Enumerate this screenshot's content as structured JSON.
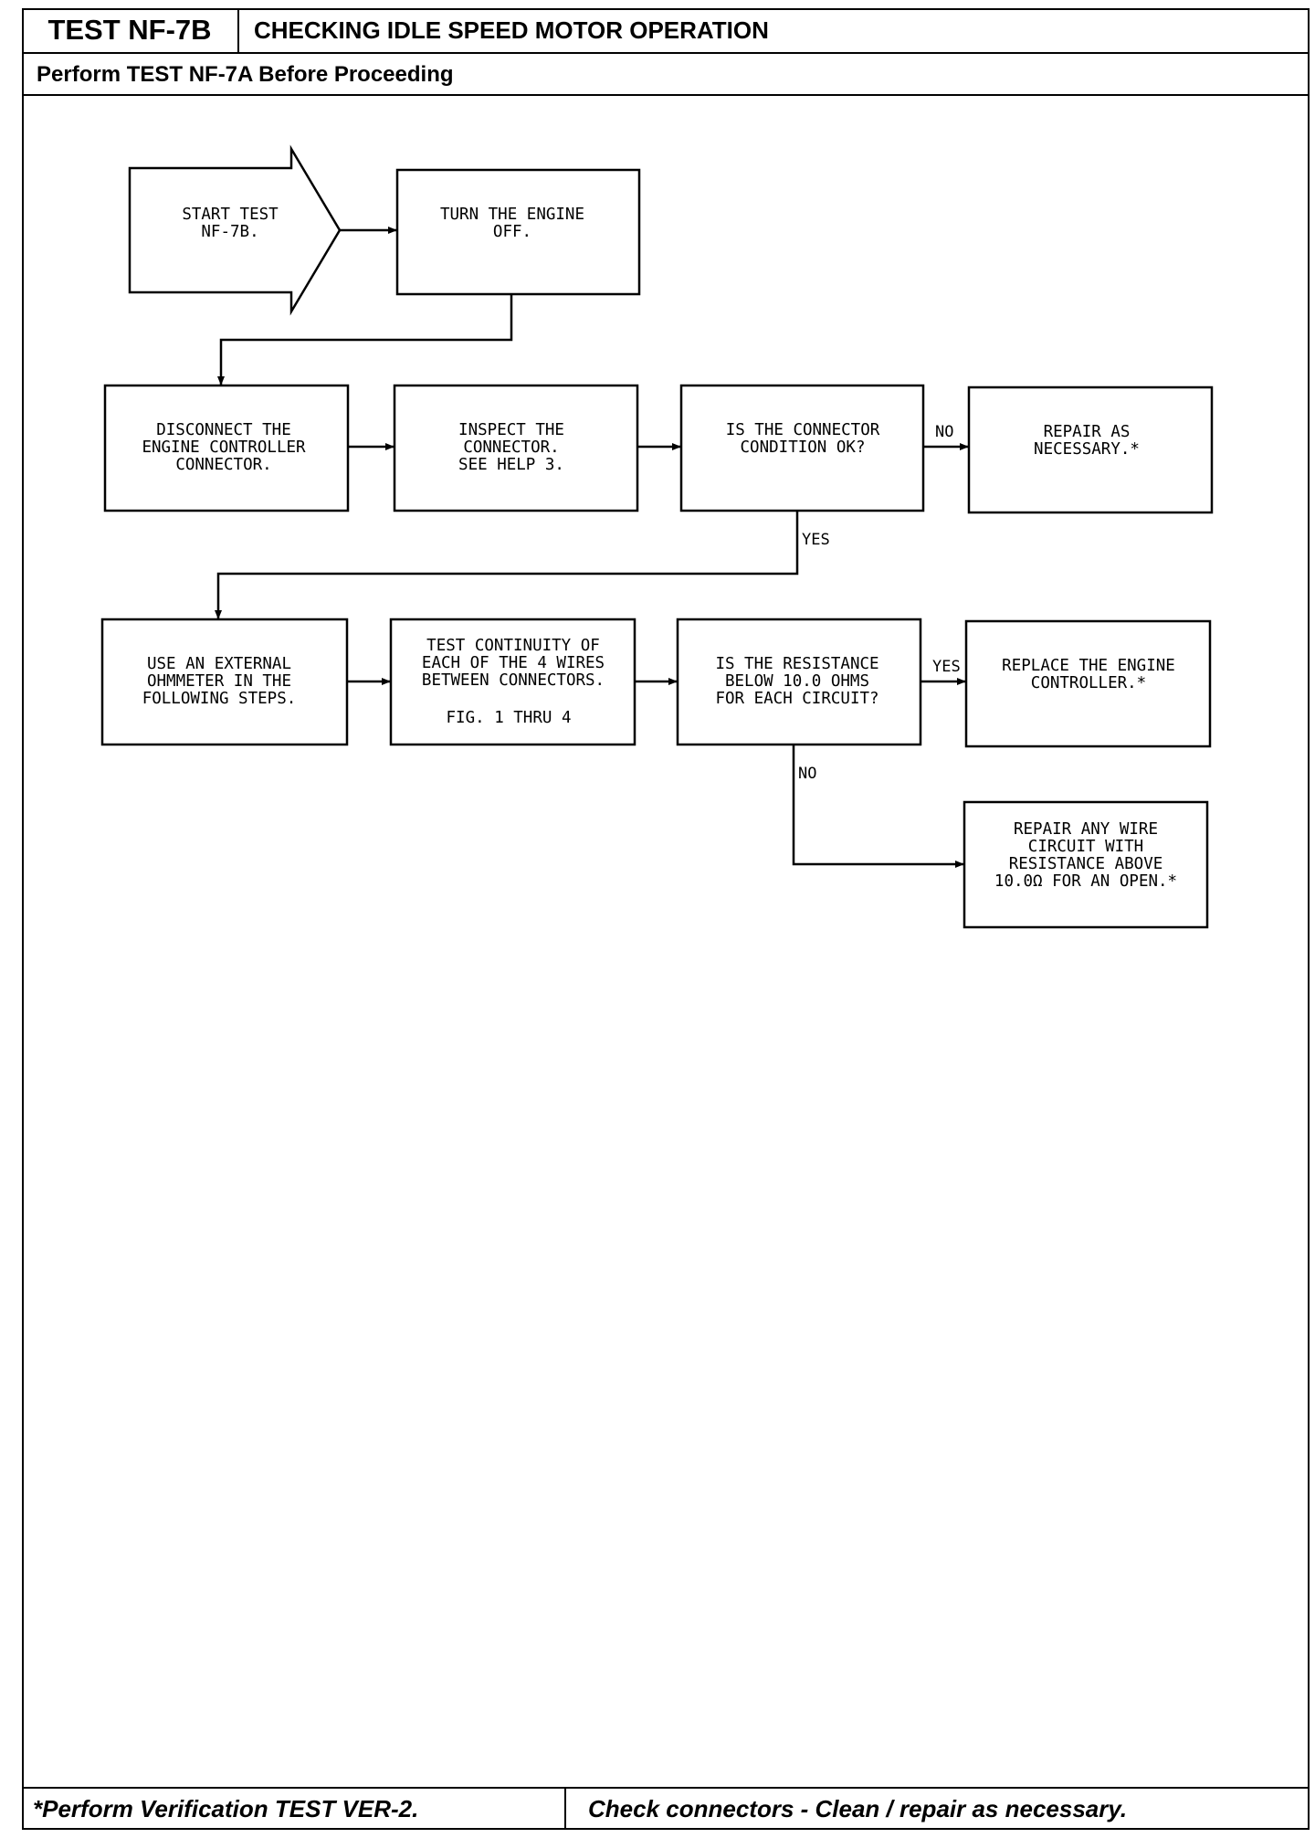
{
  "header": {
    "test_id": "TEST NF-7B",
    "title": "CHECKING IDLE SPEED MOTOR OPERATION",
    "prerequisite": "Perform TEST NF-7A  Before Proceeding"
  },
  "flowchart": {
    "start": [
      "START TEST",
      "NF-7B."
    ],
    "turn_off": [
      "TURN THE ENGINE",
      "OFF."
    ],
    "disconnect": [
      "DISCONNECT THE",
      "ENGINE CONTROLLER",
      "CONNECTOR."
    ],
    "inspect": [
      "INSPECT THE",
      "CONNECTOR.",
      "SEE HELP 3."
    ],
    "connector_ok": [
      "IS THE CONNECTOR",
      "CONDITION OK?"
    ],
    "repair_necessary": [
      "REPAIR AS",
      "NECESSARY.*"
    ],
    "ohmmeter": [
      "USE AN EXTERNAL",
      "OHMMETER IN THE",
      "FOLLOWING STEPS."
    ],
    "continuity": [
      "TEST CONTINUITY OF",
      "EACH OF THE 4 WIRES",
      "BETWEEN CONNECTORS."
    ],
    "continuity_fig": "FIG. 1 THRU 4",
    "resistance_q": [
      "IS THE RESISTANCE",
      "BELOW 10.0 OHMS",
      "FOR EACH CIRCUIT?"
    ],
    "replace": [
      "REPLACE THE ENGINE",
      "CONTROLLER.*"
    ],
    "repair_wire": [
      "REPAIR ANY WIRE",
      "CIRCUIT WITH",
      "RESISTANCE ABOVE",
      "10.0Ω FOR AN OPEN.*"
    ],
    "labels": {
      "no1": "NO",
      "yes1": "YES",
      "yes2": "YES",
      "no2": "NO"
    }
  },
  "footer": {
    "left": "*Perform Verification TEST VER-2.",
    "right": "Check connectors - Clean / repair as necessary."
  }
}
